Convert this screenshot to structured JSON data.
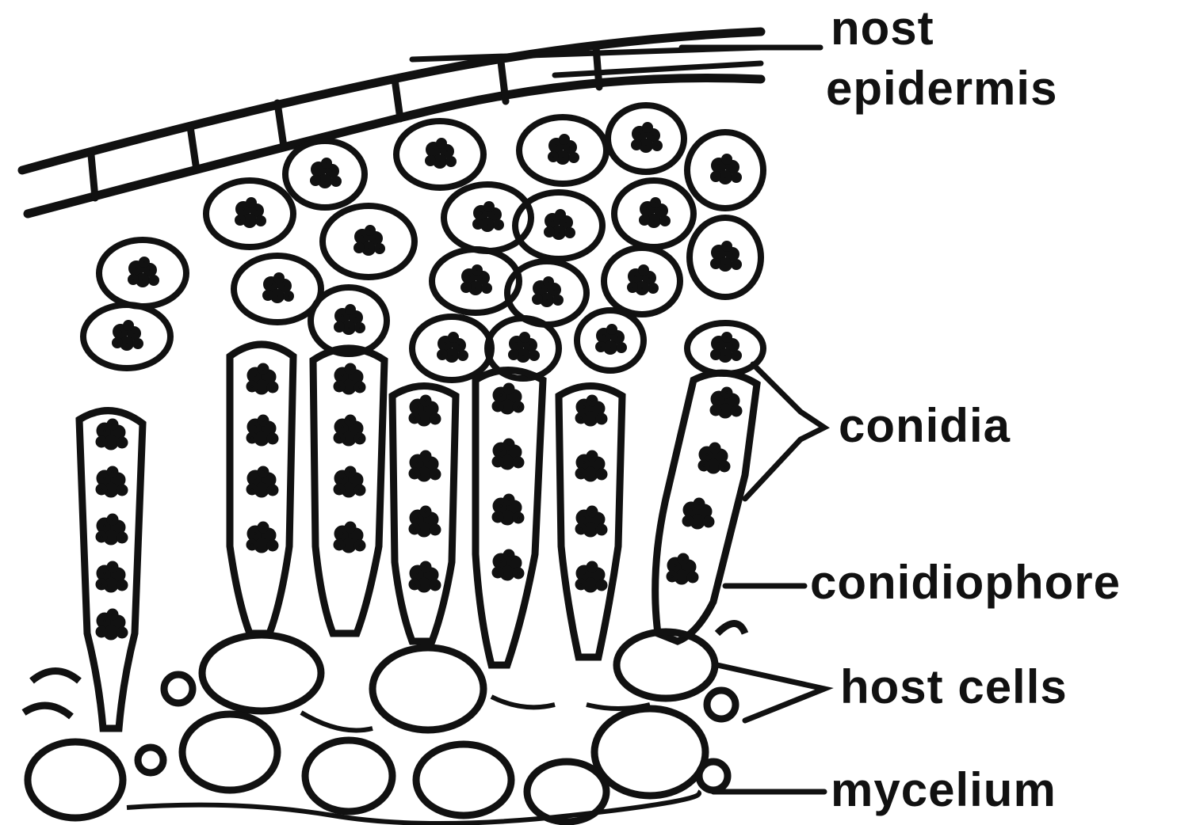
{
  "labels": {
    "host_epidermis_line1": "nost",
    "host_epidermis_line2": "epidermis",
    "conidia": "conidia",
    "conidiophore": "conidiophore",
    "host_cells": "host cells",
    "mycelium": "mycelium"
  },
  "colors": {
    "ink": "#111111",
    "background": "#ffffff"
  }
}
